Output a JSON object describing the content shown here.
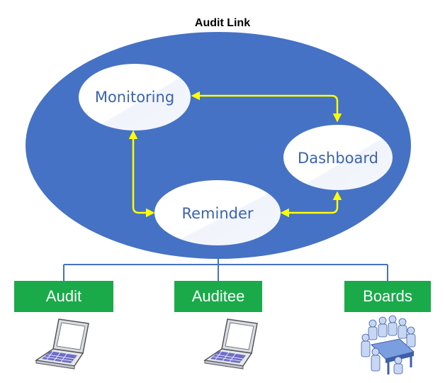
{
  "title": "Audit Link",
  "colors": {
    "ellipse": "#4572c4",
    "node_fill": "#ffffff",
    "node_text": "#3b63b0",
    "arrow": "#ffff00",
    "connector": "#4572c4",
    "box": "#1aaa4a",
    "box_text": "#ffffff"
  },
  "nodes": {
    "monitoring": "Monitoring",
    "dashboard": "Dashboard",
    "reminder": "Reminder"
  },
  "boxes": {
    "audit": "Audit",
    "auditee": "Auditee",
    "boards": "Boards"
  },
  "icons": {
    "audit": "laptop-icon",
    "auditee": "laptop-icon",
    "boards": "meeting-group-icon"
  }
}
